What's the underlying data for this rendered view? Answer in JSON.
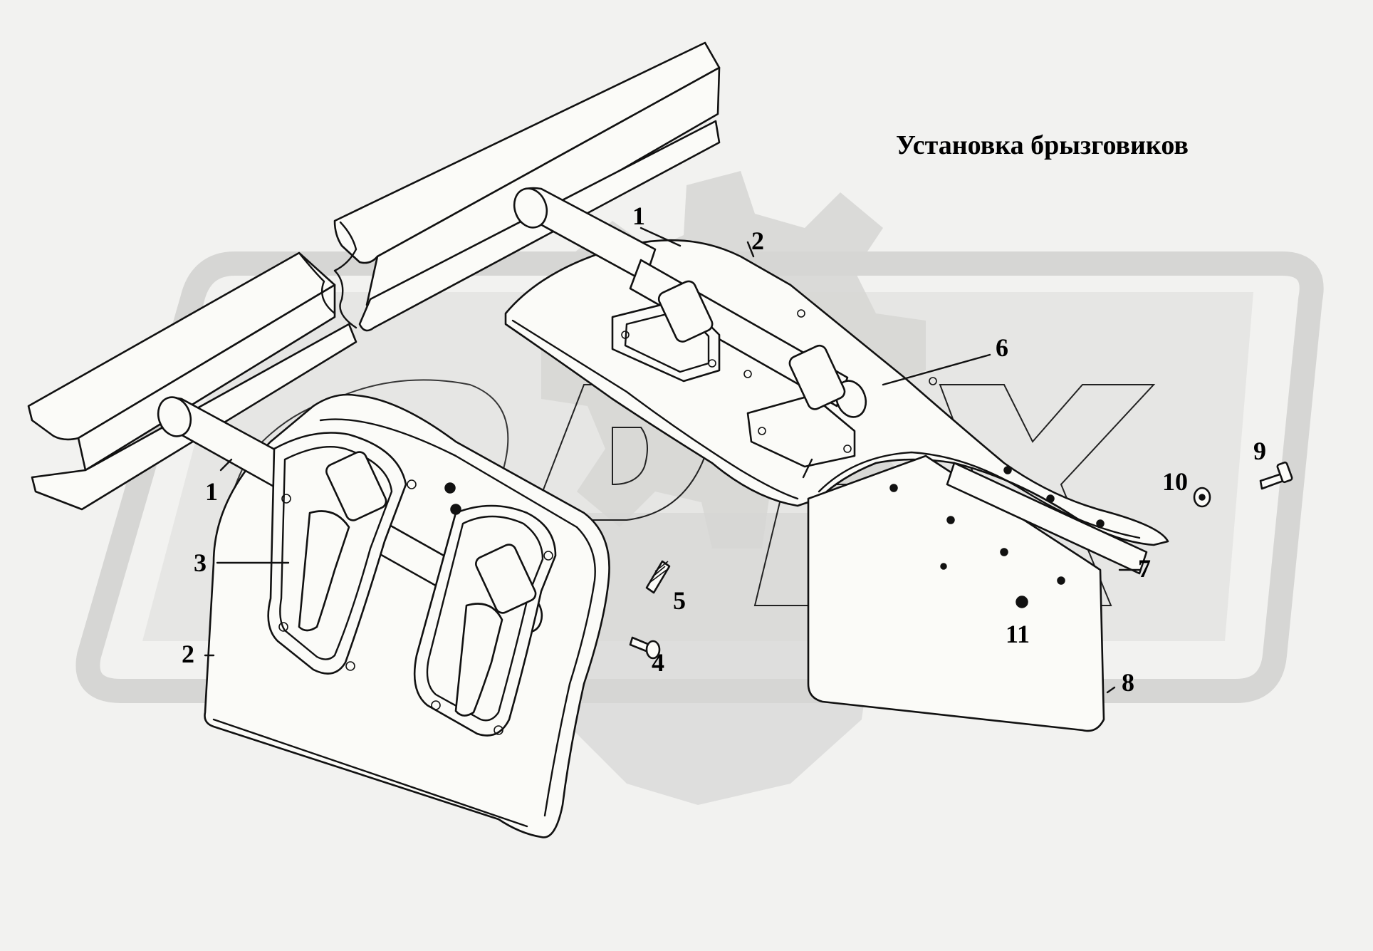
{
  "title": "Установка брызговиков",
  "callouts": [
    {
      "id": "c1a",
      "text": "1"
    },
    {
      "id": "c2a",
      "text": "2"
    },
    {
      "id": "c6",
      "text": "6"
    },
    {
      "id": "c9",
      "text": "9"
    },
    {
      "id": "c10",
      "text": "10"
    },
    {
      "id": "c1b",
      "text": "1"
    },
    {
      "id": "c3",
      "text": "3"
    },
    {
      "id": "c2b",
      "text": "2"
    },
    {
      "id": "c5",
      "text": "5"
    },
    {
      "id": "c4",
      "text": "4"
    },
    {
      "id": "c7",
      "text": "7"
    },
    {
      "id": "c11",
      "text": "11"
    },
    {
      "id": "c8",
      "text": "8"
    }
  ],
  "watermark": {
    "letters": "OPEX",
    "color": "#d6d6d4"
  }
}
